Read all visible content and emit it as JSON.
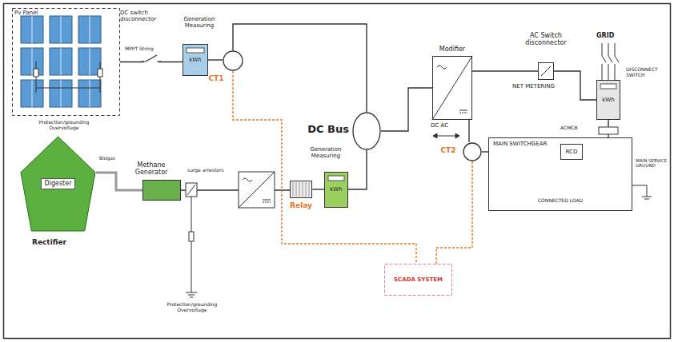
{
  "diagram": {
    "nodes": [
      {
        "text": [
          "Pv Panel"
        ]
      },
      {
        "text": [
          "kWh"
        ]
      },
      {
        "text": [
          "CT1"
        ]
      },
      {
        "text": [
          "DC Bus"
        ]
      },
      {
        "text": [
          "Modifier"
        ]
      },
      {
        "text": [
          "AC Switch disconnector"
        ]
      },
      {
        "text": [
          "kWh"
        ]
      },
      {
        "text": [
          "MAIN SWITCHGEAR",
          "CONNECTED LOAD"
        ]
      },
      {
        "text": [
          "RCD"
        ],
        "in": 7
      },
      {
        "text": [
          "CT2"
        ]
      },
      {
        "text": [
          "Digester"
        ]
      },
      {
        "text": [
          "Methane Generator"
        ]
      },
      {
        "text": [
          "Relay"
        ]
      },
      {
        "text": [
          "kWh"
        ]
      },
      {
        "text": [
          "SCADA SYSTEM"
        ]
      }
    ],
    "edges": [
      {
        "from": 0,
        "to": 1,
        "arrow": "none"
      },
      {
        "from": 1,
        "to": 2,
        "arrow": "none"
      },
      {
        "from": 2,
        "to": 3,
        "arrow": "none"
      },
      {
        "from": 13,
        "to": 3,
        "arrow": "none"
      },
      {
        "from": 3,
        "to": 4,
        "arrow": "none"
      },
      {
        "from": 4,
        "to": 5,
        "arrow": "none"
      },
      {
        "from": 5,
        "to": 6,
        "arrow": "none"
      },
      {
        "from": 4,
        "to": 9,
        "arrow": "none"
      },
      {
        "from": 9,
        "to": 7,
        "arrow": "none"
      },
      {
        "from": 6,
        "to": 7,
        "arrow": "none"
      },
      {
        "from": 10,
        "to": 11,
        "arrow": "none"
      },
      {
        "from": 11,
        "to": 12,
        "arrow": "none"
      },
      {
        "from": 12,
        "to": 13,
        "arrow": "none"
      },
      {
        "from": 2,
        "to": 14,
        "arrow": "none"
      },
      {
        "from": 9,
        "to": 14,
        "arrow": "none"
      }
    ],
    "labels": [
      "DC switch disconnector",
      "Generation Measuring",
      "MPPT String",
      "Protection/grounding Overvoltage",
      "Biogas",
      "surge arrestors",
      "Rectifier",
      "Generation Measuring",
      "Protection/grounding Overvoltage",
      "DC AC",
      "NET METERING",
      "GRID",
      "DISCONNECT SWITCH",
      "ACMCB",
      "MAIN SERVICE GROUND"
    ]
  }
}
